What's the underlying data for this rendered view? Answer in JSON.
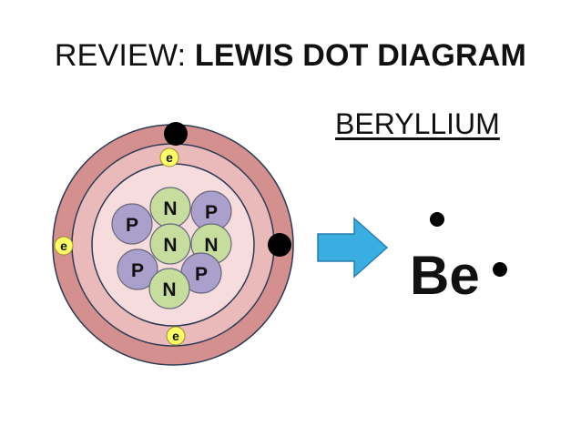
{
  "title": {
    "prefix": "REVIEW: ",
    "emphasis": "LEWIS DOT DIAGRAM"
  },
  "element_name": "BERYLLIUM",
  "atom": {
    "nucleus": [
      {
        "label": "N",
        "kind": "neutron"
      },
      {
        "label": "P",
        "kind": "proton"
      },
      {
        "label": "P",
        "kind": "proton"
      },
      {
        "label": "N",
        "kind": "neutron"
      },
      {
        "label": "N",
        "kind": "neutron"
      },
      {
        "label": "P",
        "kind": "proton"
      },
      {
        "label": "P",
        "kind": "proton"
      },
      {
        "label": "N",
        "kind": "neutron"
      }
    ],
    "inner_shell_electrons": [
      {
        "label": "e"
      },
      {
        "label": "e"
      }
    ],
    "outer_shell_electrons": [
      {
        "label": "e"
      }
    ]
  },
  "lewis": {
    "symbol": "Be"
  },
  "colors": {
    "outer_ring": "#d4908e",
    "mid_ring": "#eababa",
    "inner_disc": "#f6dcdc",
    "ring_stroke": "#2e3b55",
    "neutron": "#c6dd9e",
    "proton": "#ab9fcb",
    "particle_stroke": "#6a6a80",
    "electron": "#ffff66",
    "electron_stroke": "#9a8a2a",
    "arrow": "#3aaee0",
    "arrow_stroke": "#2b7fb0",
    "lewis_text": "#111111"
  }
}
